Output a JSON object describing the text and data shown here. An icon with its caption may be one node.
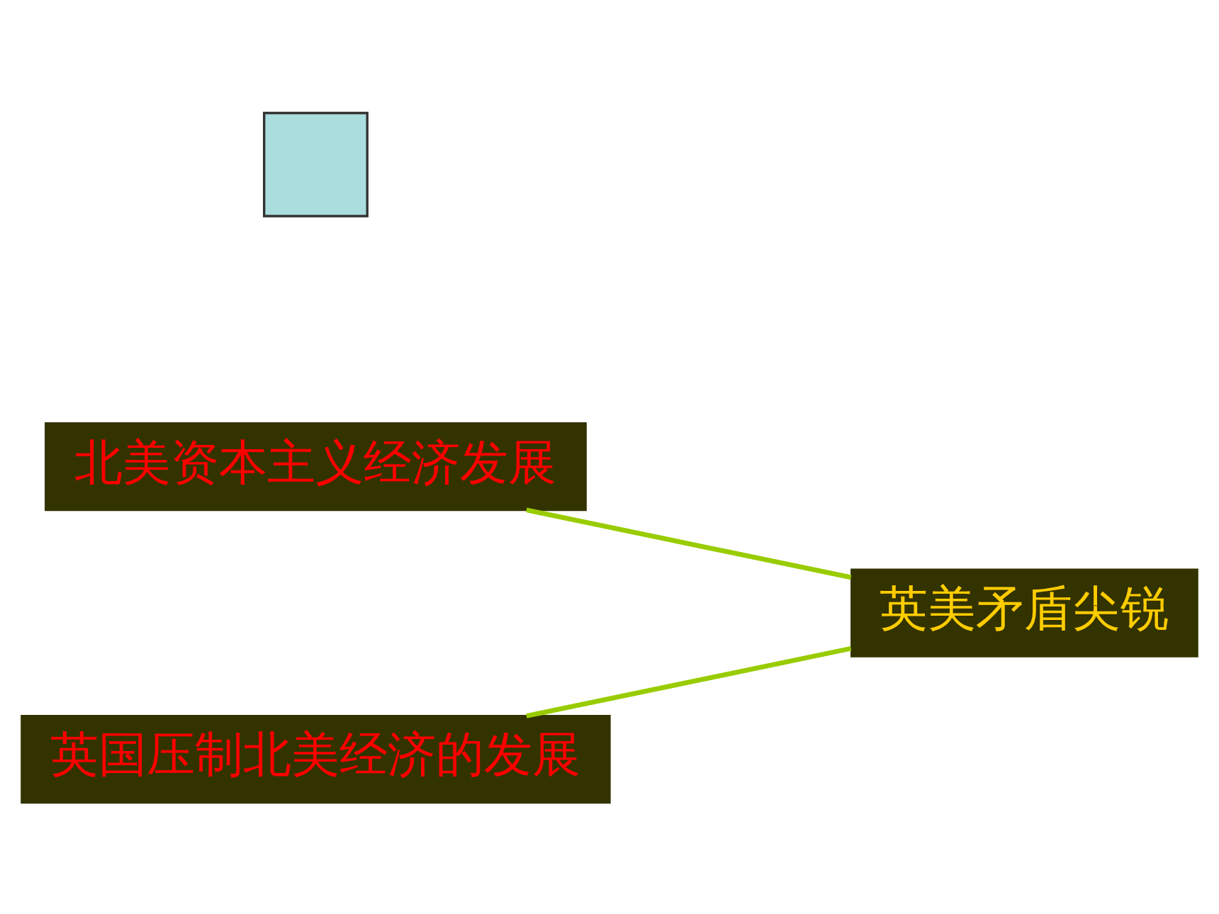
{
  "diagram": {
    "nodes": [
      {
        "text": [
          "北美资本主义经济发展"
        ]
      },
      {
        "text": [
          "英国压制北美经济的发展"
        ]
      },
      {
        "text": [
          "英美矛盾尖锐"
        ]
      },
      {
        "text": [],
        "shape": "box"
      }
    ],
    "edges": [
      {
        "from": 0,
        "to": 2,
        "arrow": "none",
        "color": "#99cc00"
      },
      {
        "from": 1,
        "to": 2,
        "arrow": "none",
        "color": "#99cc00"
      }
    ]
  }
}
